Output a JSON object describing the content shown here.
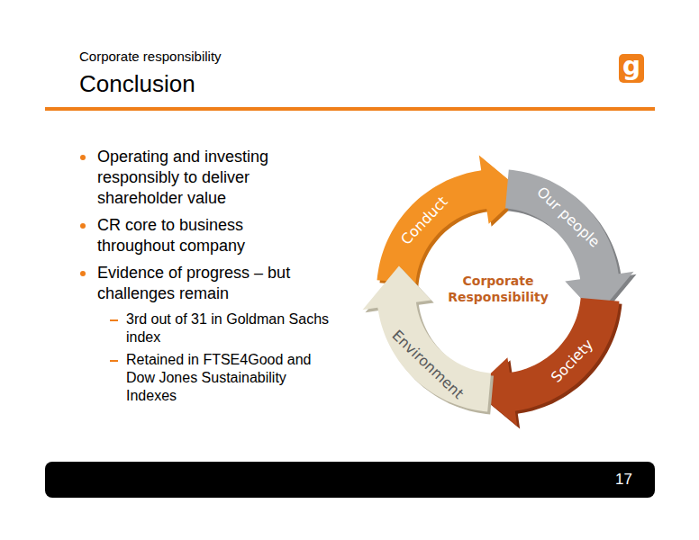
{
  "diagram": {
    "title": "Conclusion",
    "nodes": [
      {
        "text": [
          "Conduct"
        ]
      },
      {
        "text": [
          "Our people"
        ]
      },
      {
        "text": [
          "Society"
        ]
      },
      {
        "text": [
          "Environment"
        ]
      }
    ],
    "labels": [
      "Corporate responsibility",
      "Operating and investing responsibly to deliver shareholder value",
      "CR core to business throughout company",
      "Evidence of progress – but challenges remain",
      "3rd out of 31 in Goldman Sachs index",
      "Retained in FTSE4Good and Dow Jones Sustainability Indexes",
      "Corporate Responsibility",
      "17",
      "g"
    ]
  }
}
